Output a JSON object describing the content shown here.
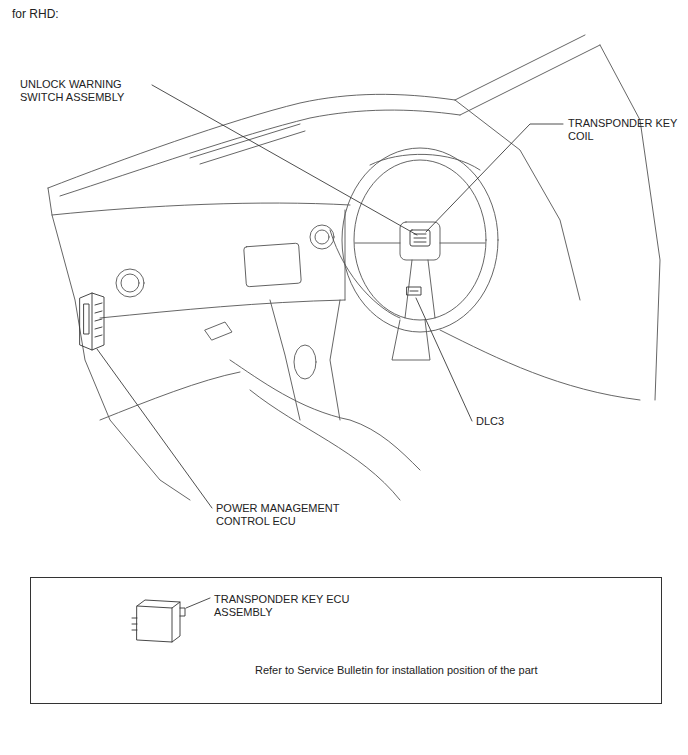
{
  "diagram": {
    "title": "for RHD:",
    "nodes": [
      {
        "text": [
          "TRANSPONDER KEY ECU ASSEMBLY",
          "Refer to Service Bulletin for installation position of the part"
        ]
      }
    ],
    "labels": [
      "UNLOCK WARNING SWITCH ASSEMBLY",
      "TRANSPONDER KEY COIL",
      "DLC3",
      "POWER MANAGEMENT CONTROL ECU"
    ]
  }
}
